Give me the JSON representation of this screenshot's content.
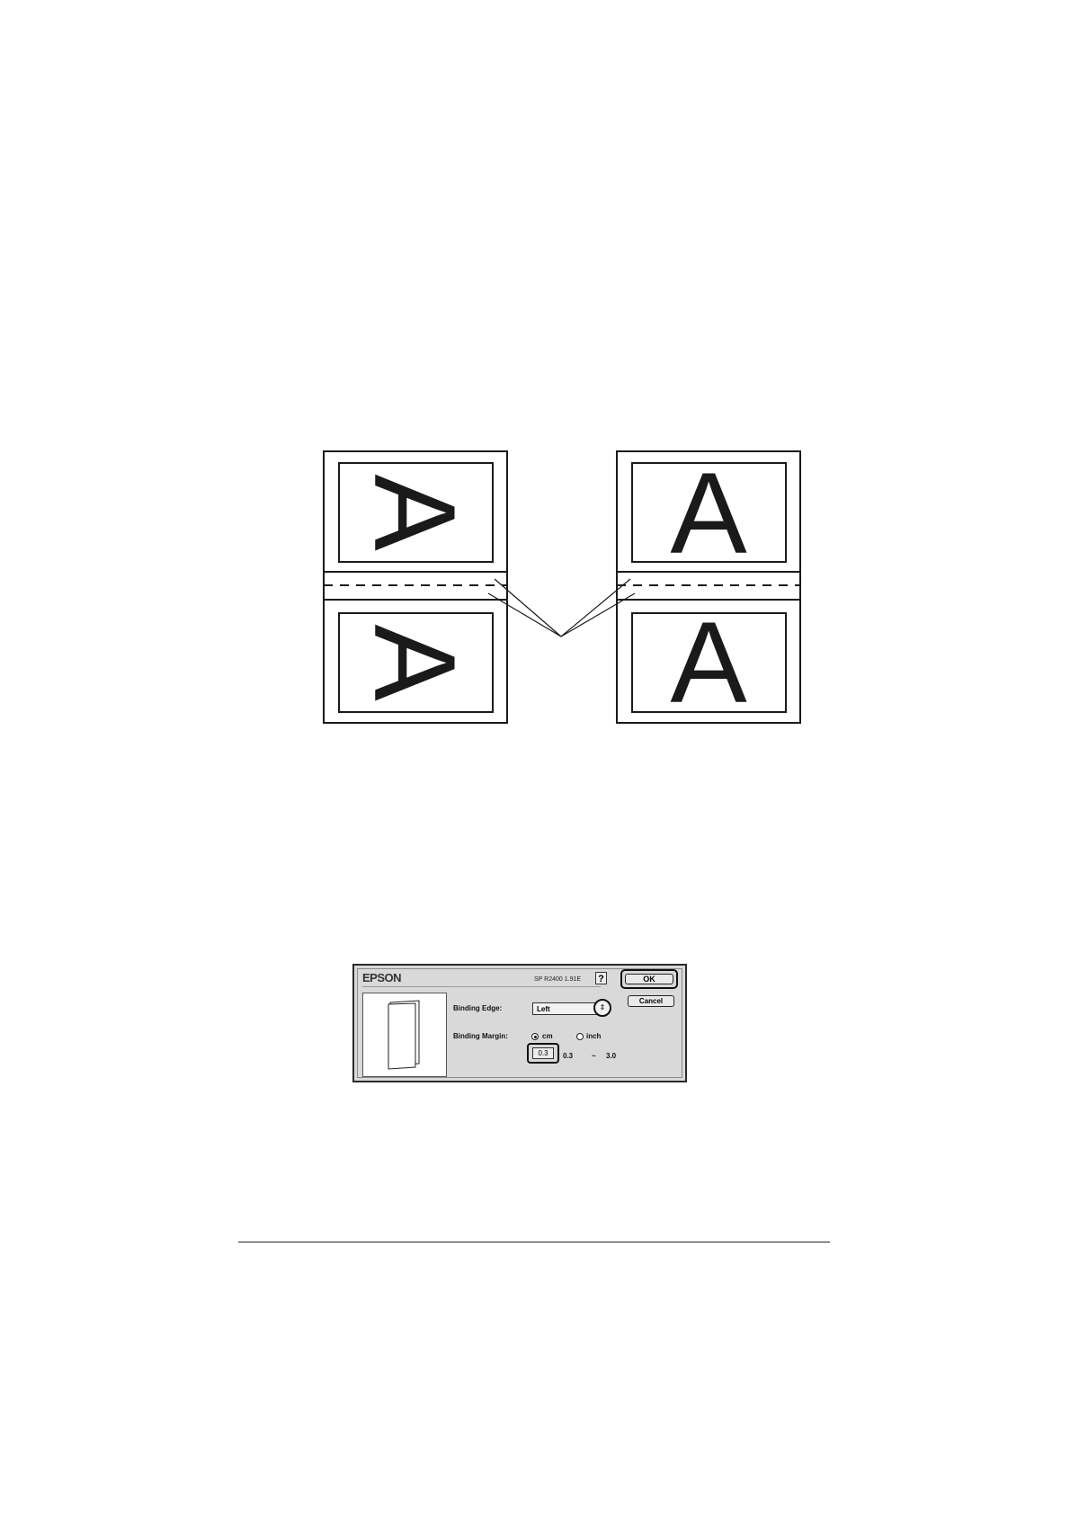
{
  "illustration": {
    "pages": [
      {
        "letter": "A",
        "orientation": "rotated"
      },
      {
        "letter": "A",
        "orientation": "rotated"
      },
      {
        "letter": "A",
        "orientation": "upright"
      },
      {
        "letter": "A",
        "orientation": "upright"
      }
    ]
  },
  "dialog": {
    "brand": "EPSON",
    "version": "SP R2400 1.91E",
    "help_label": "?",
    "ok_label": "OK",
    "cancel_label": "Cancel",
    "binding_edge_label": "Binding Edge:",
    "binding_edge_value": "Left",
    "binding_margin_label": "Binding Margin:",
    "unit_cm": "cm",
    "unit_inch": "inch",
    "selected_unit": "cm",
    "margin_value": "0.3",
    "range_min": "0.3",
    "range_sep": "~",
    "range_max": "3.0"
  }
}
